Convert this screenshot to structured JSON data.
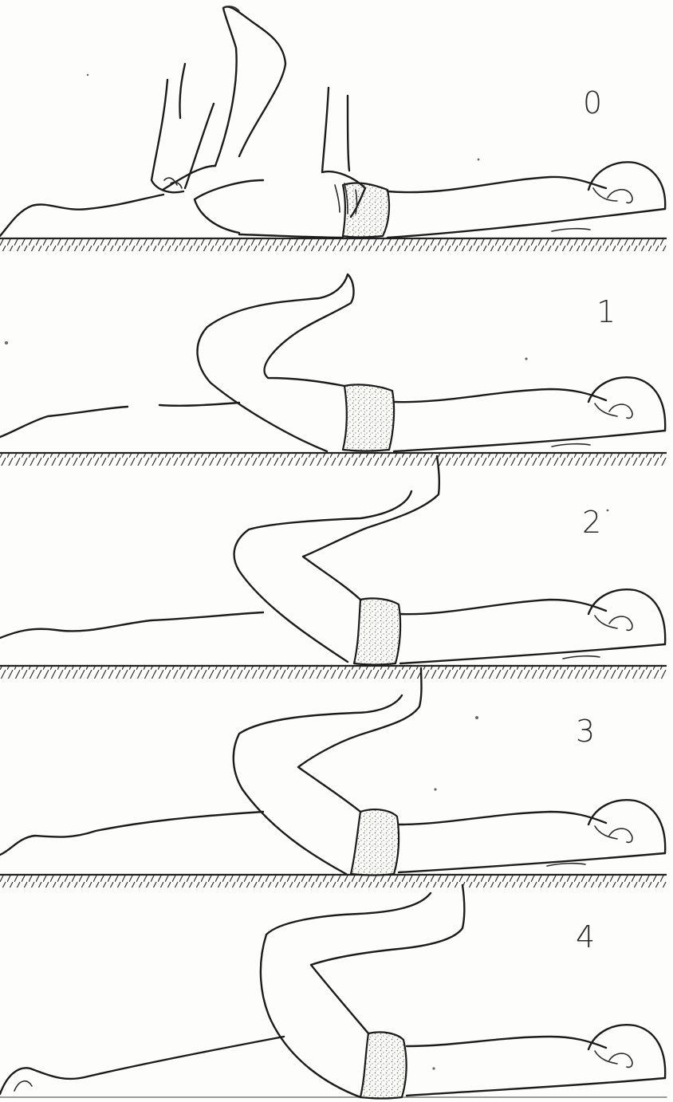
{
  "figure": {
    "panels": [
      {
        "label": "0"
      },
      {
        "label": "1"
      },
      {
        "label": "2"
      },
      {
        "label": "3"
      },
      {
        "label": "4"
      }
    ]
  },
  "colors": {
    "ink": "#1c1c1c",
    "paper": "#fdfdfb",
    "stipple": "#6e6e6e"
  }
}
